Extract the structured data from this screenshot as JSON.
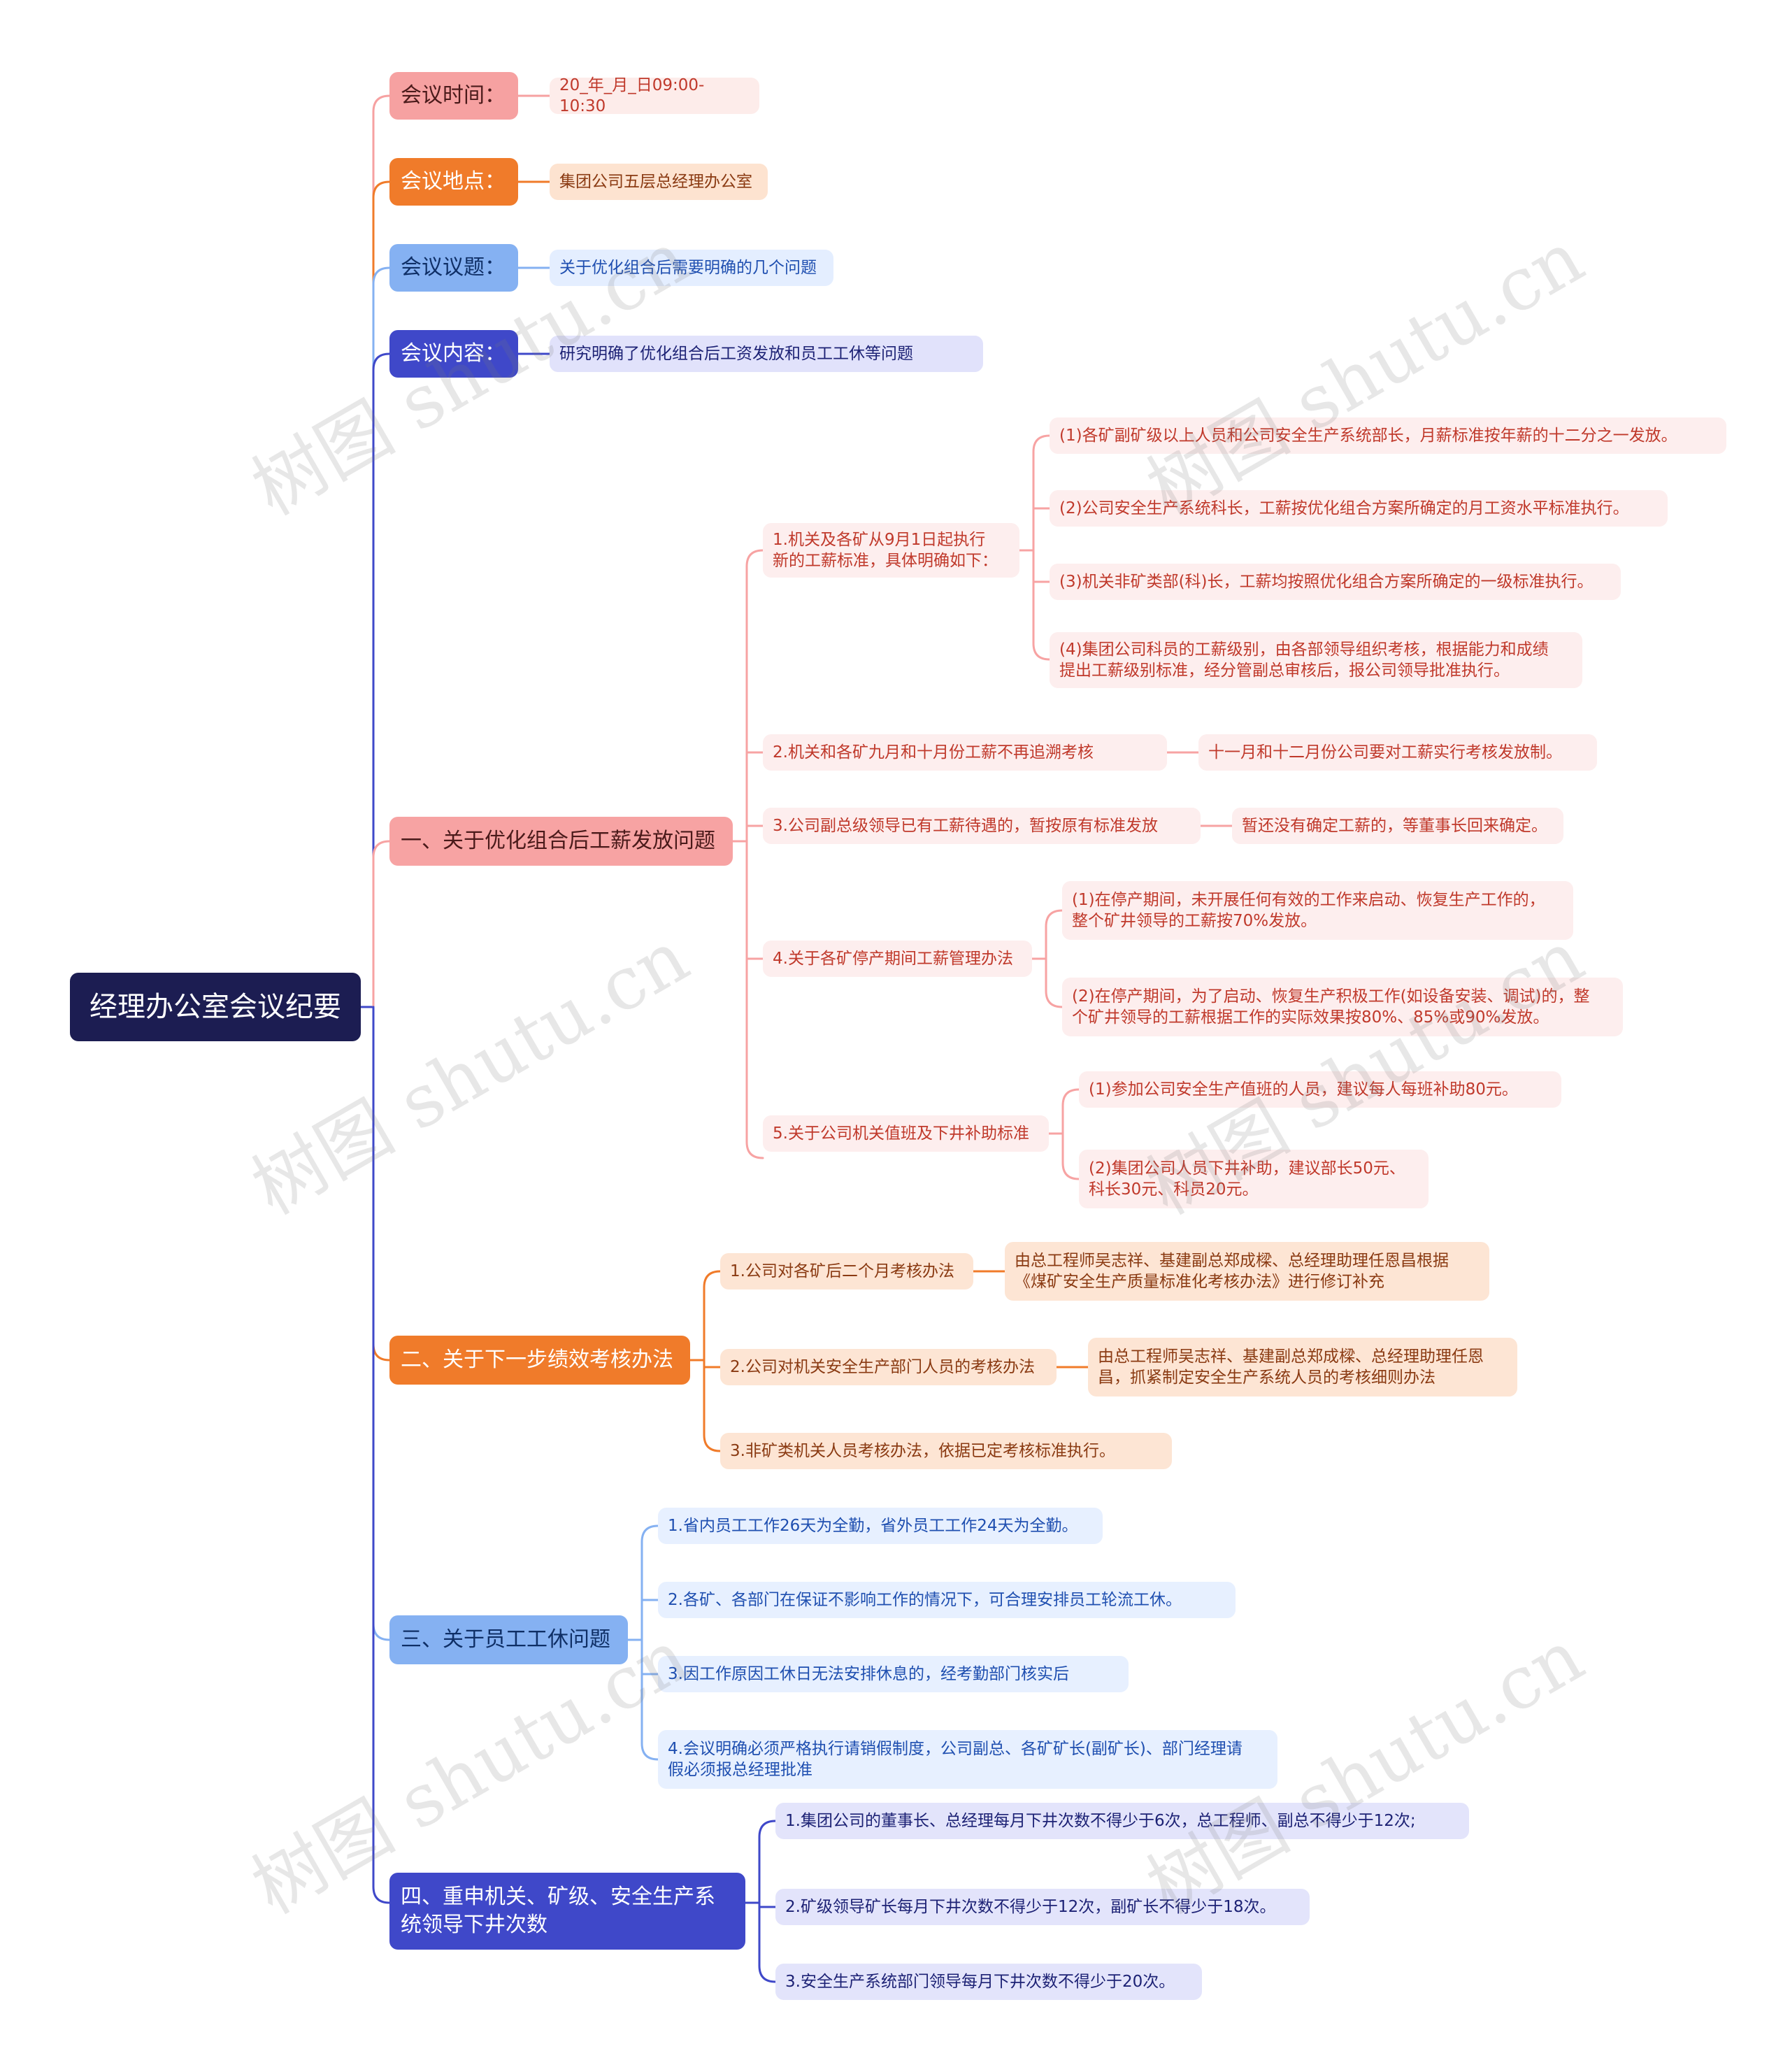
{
  "root": "经理办公室会议纪要",
  "time": {
    "label": "会议时间：",
    "value": "20_年_月_日09:00-10:30"
  },
  "place": {
    "label": "会议地点：",
    "value": "集团公司五层总经理办公室"
  },
  "topic": {
    "label": "会议议题：",
    "value": "关于优化组合后需要明确的几个问题"
  },
  "content": {
    "label": "会议内容：",
    "value": "研究明确了优化组合后工资发放和员工工休等问题"
  },
  "s1": {
    "title": "一、关于优化组合后工薪发放问题",
    "i1": {
      "label": "1.机关及各矿从9月1日起执行\n新的工薪标准，具体明确如下：",
      "c": [
        "(1)各矿副矿级以上人员和公司安全生产系统部长，月薪标准按年薪的十二分之一发放。",
        "(2)公司安全生产系统科长，工薪按优化组合方案所确定的月工资水平标准执行。",
        "(3)机关非矿类部(科)长，工薪均按照优化组合方案所确定的一级标准执行。",
        "(4)集团公司科员的工薪级别，由各部领导组织考核，根据能力和成绩\n提出工薪级别标准，经分管副总审核后，报公司领导批准执行。"
      ]
    },
    "i2": {
      "label": "2.机关和各矿九月和十月份工薪不再追溯考核",
      "c": "十一月和十二月份公司要对工薪实行考核发放制。"
    },
    "i3": {
      "label": "3.公司副总级领导已有工薪待遇的，暂按原有标准发放",
      "c": "暂还没有确定工薪的，等董事长回来确定。"
    },
    "i4": {
      "label": "4.关于各矿停产期间工薪管理办法",
      "c": [
        "(1)在停产期间，未开展任何有效的工作来启动、恢复生产工作的，\n整个矿井领导的工薪按70%发放。",
        "(2)在停产期间，为了启动、恢复生产积极工作(如设备安装、调试)的，整\n个矿井领导的工薪根据工作的实际效果按80%、85%或90%发放。"
      ]
    },
    "i5": {
      "label": "5.关于公司机关值班及下井补助标准",
      "c": [
        "(1)参加公司安全生产值班的人员，建议每人每班补助80元。",
        "(2)集团公司人员下井补助，建议部长50元、\n科长30元、科员20元。"
      ]
    }
  },
  "s2": {
    "title": "二、关于下一步绩效考核办法",
    "i1": {
      "label": "1.公司对各矿后二个月考核办法",
      "c": "由总工程师吴志祥、基建副总郑成樑、总经理助理任恩昌根据\n《煤矿安全生产质量标准化考核办法》进行修订补充"
    },
    "i2": {
      "label": "2.公司对机关安全生产部门人员的考核办法",
      "c": "由总工程师吴志祥、基建副总郑成樑、总经理助理任恩\n昌，抓紧制定安全生产系统人员的考核细则办法"
    },
    "i3": {
      "label": "3.非矿类机关人员考核办法，依据已定考核标准执行。"
    }
  },
  "s3": {
    "title": "三、关于员工工休问题",
    "items": [
      "1.省内员工工作26天为全勤，省外员工工作24天为全勤。",
      "2.各矿、各部门在保证不影响工作的情况下，可合理安排员工轮流工休。",
      "3.因工作原因工休日无法安排休息的，经考勤部门核实后",
      "4.会议明确必须严格执行请销假制度，公司副总、各矿矿长(副矿长)、部门经理请\n假必须报总经理批准"
    ]
  },
  "s4": {
    "title": "四、重申机关、矿级、安全生产系\n统领导下井次数",
    "items": [
      "1.集团公司的董事长、总经理每月下井次数不得少于6次，总工程师、副总不得少于12次;",
      "2.矿级领导矿长每月下井次数不得少于12次，副矿长不得少于18次。",
      "3.安全生产系统部门领导每月下井次数不得少于20次。"
    ]
  },
  "watermark": "树图 shutu.cn",
  "colors": {
    "root": "#1c1d52",
    "time": "#f6a1a1",
    "place": "#f07b2a",
    "topic": "#85b1f2",
    "content": "#3f48c9",
    "s1": "#f7a3a3",
    "s2": "#f07b2a",
    "s3": "#85b1f2",
    "s4": "#3f48c9"
  }
}
